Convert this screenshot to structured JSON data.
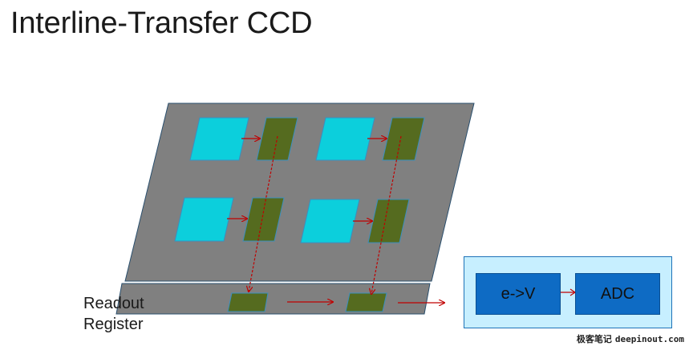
{
  "slide": {
    "title": "Interline-Transfer CCD"
  },
  "readout": {
    "line1": "Readout",
    "line2": "Register"
  },
  "processing": {
    "stage1": "e->V",
    "stage2": "ADC"
  },
  "watermark": {
    "chinese": "极客笔记",
    "site": "deepinout.com"
  },
  "colors": {
    "sensor_plane": "#808080",
    "photodiode": "#0ccfdc",
    "storage_cell": "#556b1f",
    "arrow": "#c00000",
    "proc_box": "#c7efff",
    "stage": "#0e6bc4"
  }
}
